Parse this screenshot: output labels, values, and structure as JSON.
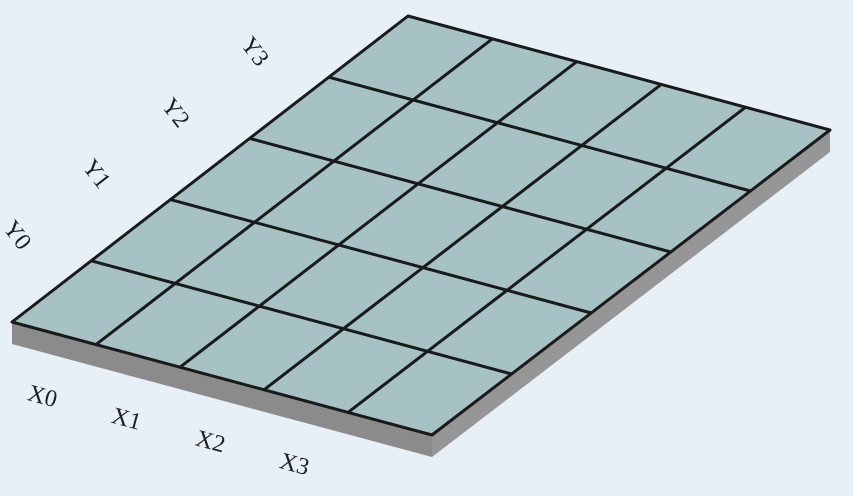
{
  "colors": {
    "background": "#e7f0f7",
    "grid_fill": "#a6c2c4",
    "grid_line": "#1a1a1a",
    "edge_front": "#8b8b8b",
    "edge_side": "#969696"
  },
  "grid": {
    "columns": 5,
    "rows": 5
  },
  "x_labels": [
    "X0",
    "X1",
    "X2",
    "X3"
  ],
  "y_labels": [
    "Y0",
    "Y1",
    "Y2",
    "Y3"
  ]
}
